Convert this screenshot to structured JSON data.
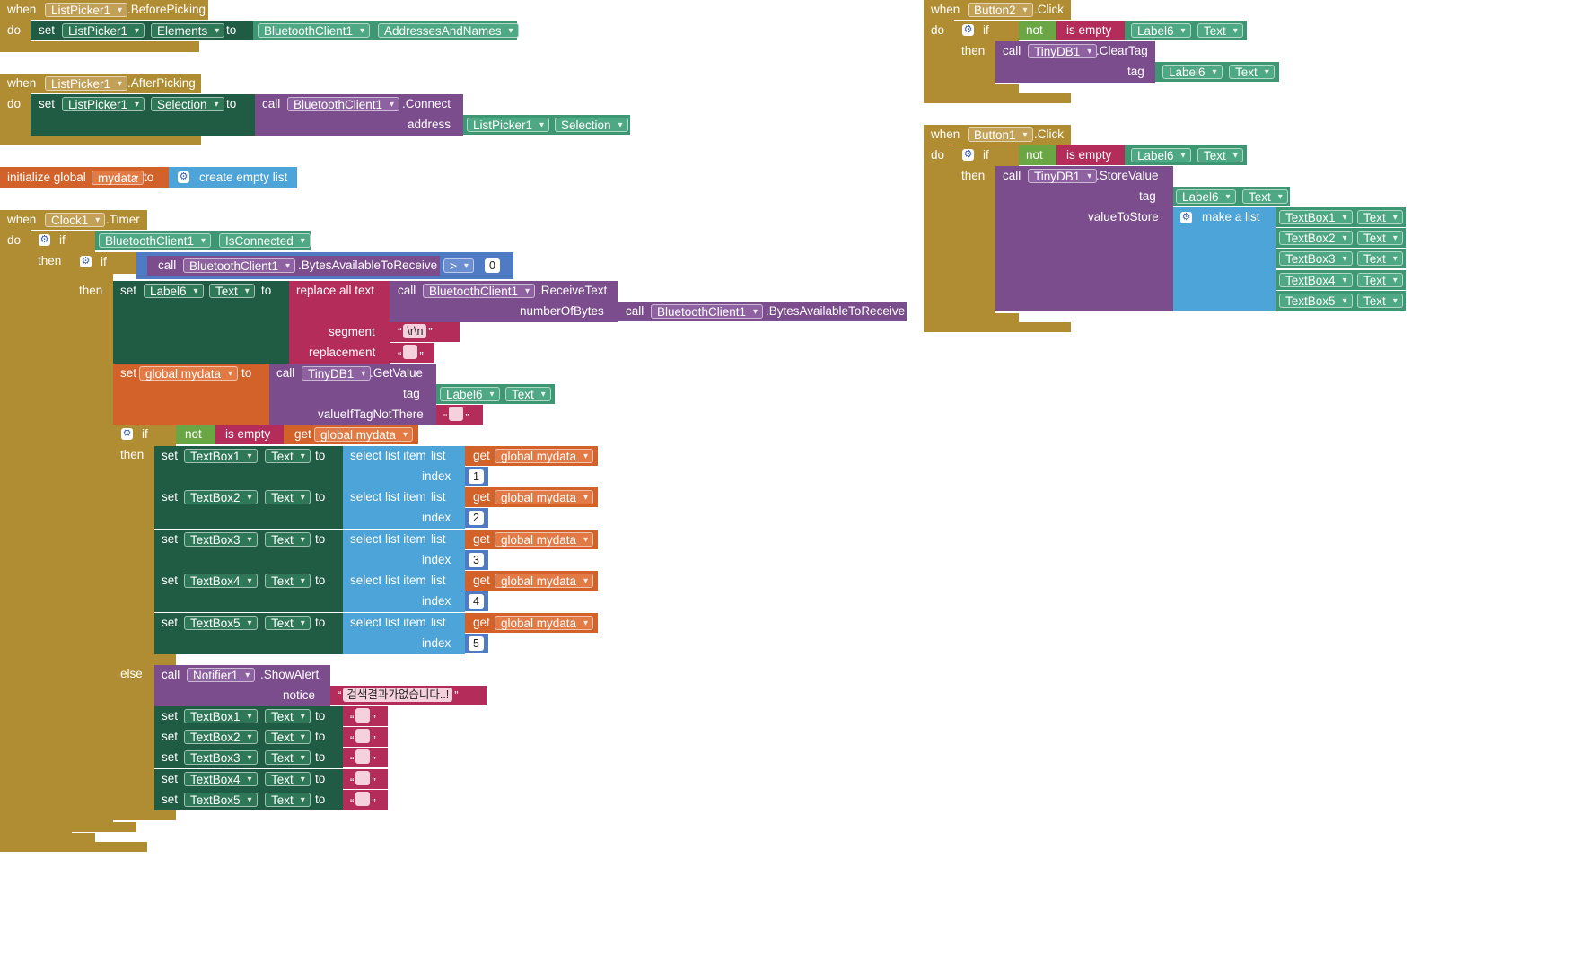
{
  "w": {
    "when": "when",
    "do": "do",
    "then": "then",
    "else": "else",
    "set": "set",
    "to": "to",
    "call": "call",
    "get": "get",
    "if": "if",
    "not": "not",
    "is_empty": "is empty",
    "address": "address",
    "tag": "tag",
    "segment": "segment",
    "replacement": "replacement",
    "index": "index",
    "notice": "notice",
    "valueToStore": "valueToStore",
    "valueIfTagNotThere": "valueIfTagNotThere",
    "numberOfBytes": "numberOfBytes",
    "list": "list",
    "initialize_global": "initialize global",
    "create_empty_list": "create empty list",
    "make_a_list": "make a list",
    "replace_all_text": "replace all text",
    "select_list_item": "select list item",
    "set_global_prefix": "set",
    "gt": ">"
  },
  "c": {
    "ListPicker1": "ListPicker1",
    "BluetoothClient1": "BluetoothClient1",
    "Clock1": "Clock1",
    "Label6": "Label6",
    "TinyDB1": "TinyDB1",
    "Notifier1": "Notifier1",
    "Button1": "Button1",
    "Button2": "Button2",
    "TextBox1": "TextBox1",
    "TextBox2": "TextBox2",
    "TextBox3": "TextBox3",
    "TextBox4": "TextBox4",
    "TextBox5": "TextBox5",
    "global_mydata": "global mydata",
    "mydata": "mydata"
  },
  "p": {
    "Elements": "Elements",
    "AddressesAndNames": "AddressesAndNames",
    "Selection": "Selection",
    "Text": "Text",
    "IsConnected": "IsConnected"
  },
  "e": {
    "BeforePicking": ".BeforePicking",
    "AfterPicking": ".AfterPicking",
    "Timer": ".Timer",
    "Click": ".Click",
    "Connect": ".Connect",
    "BytesAvailableToReceive": ".BytesAvailableToReceive",
    "ReceiveText": ".ReceiveText",
    "GetValue": ".GetValue",
    "ShowAlert": ".ShowAlert",
    "ClearTag": ".ClearTag",
    "StoreValue": ".StoreValue"
  },
  "lit": {
    "zero": "0",
    "n1": "1",
    "n2": "2",
    "n3": "3",
    "n4": "4",
    "n5": "5",
    "crlf": "\\r\\n",
    "notice_text": "검색결과가없습니다..!",
    "dot": "."
  },
  "colors": {
    "control": "#b08d32",
    "component": "#1f5c43",
    "procedure": "#7b4d8c",
    "variable": "#d2622a",
    "list": "#4da4d8",
    "logic": "#6aa744",
    "text": "#b42d5a",
    "math": "#4f7ac4"
  }
}
